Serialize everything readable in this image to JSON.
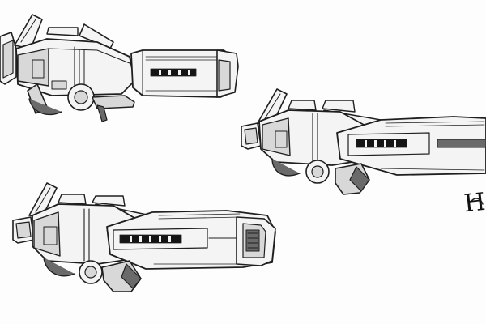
{
  "sketch": {
    "caption_fragment": "H",
    "weapon_views": [
      {
        "id": "top-view",
        "icon": "sci-fi-rifle-sketch"
      },
      {
        "id": "right-view",
        "icon": "sci-fi-rifle-sketch"
      },
      {
        "id": "bottom-view",
        "icon": "sci-fi-rifle-sketch"
      }
    ]
  },
  "colors": {
    "ink": "#1f1f1f",
    "paper": "#fdfdfd",
    "shade": "#d8d8d8",
    "dark": "#6a6a6a"
  }
}
